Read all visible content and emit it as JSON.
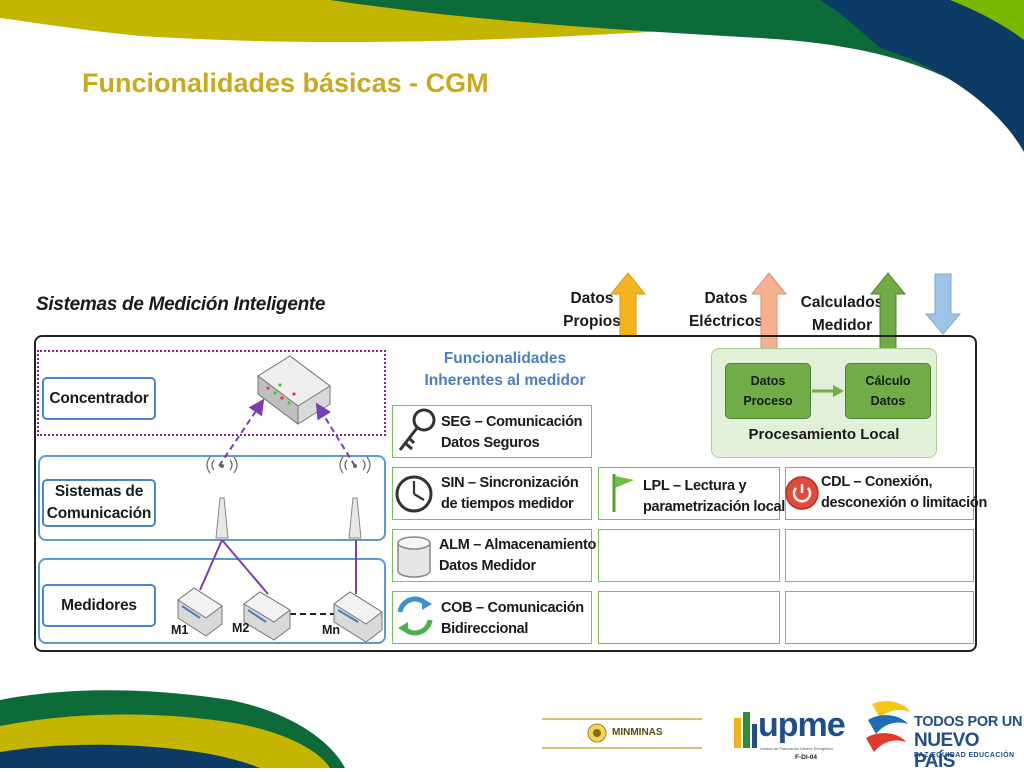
{
  "slide": {
    "title": "Funcionalidades básicas - CGM"
  },
  "diagram": {
    "title": "Sistemas de Medición Inteligente",
    "layers": {
      "concentrador": "Concentrador",
      "comunicacion_line1": "Sistemas de",
      "comunicacion_line2": "Comunicación",
      "medidores": "Medidores"
    },
    "meters": [
      "M1",
      "M2",
      "Mn"
    ],
    "functions_header_line1": "Funcionalidades",
    "functions_header_line2": "Inherentes al medidor",
    "functions": [
      {
        "line1": "SEG – Comunicación",
        "line2": "Datos Seguros",
        "icon": "key-icon"
      },
      {
        "line1": "SIN – Sincronización",
        "line2": "de tiempos medidor",
        "icon": "clock-icon"
      },
      {
        "line1": "ALM – Almacenamiento",
        "line2": "Datos Medidor",
        "icon": "database-icon"
      },
      {
        "line1": "COB – Comunicación",
        "line2": "Bidireccional",
        "icon": "cycle-arrows-icon"
      }
    ],
    "extra_functions": [
      {
        "line1": "LPL – Lectura y",
        "line2": "parametrización local",
        "icon": "flag-icon"
      },
      {
        "line1": "CDL – Conexión,",
        "line2": "desconexión o limitación",
        "icon": "power-icon"
      }
    ],
    "arrows": [
      {
        "line1": "Datos",
        "line2": "Propios",
        "color": "#f5b41e"
      },
      {
        "line1": "Datos",
        "line2": "Eléctricos",
        "color": "#f4b08f"
      },
      {
        "line1": "Calculados",
        "line2": "Medidor",
        "color": "#6fac46"
      },
      {
        "line1": "",
        "line2": "",
        "color": "#9dc3e6"
      }
    ],
    "processing": {
      "box1_line1": "Datos",
      "box1_line2": "Proceso",
      "box2_line1": "Cálculo",
      "box2_line2": "Datos",
      "label": "Procesamiento Local"
    }
  },
  "footer": {
    "minminas": "MINMINAS",
    "upme": "upme",
    "upme_sub": "Unidad de Planeación Minero Energética",
    "code": "F-DI-04",
    "gov_line1": "TODOS POR UN",
    "gov_line2": "NUEVO PAÍS",
    "gov_line3": "PAZ  EQUIDAD  EDUCACIÓN"
  },
  "colors": {
    "title": "#c8aa20",
    "band_yellow": "#c4b600",
    "band_green": "#0d6b3a",
    "band_navy": "#0c3b66",
    "accent_blue": "#4a86c8",
    "accent_green": "#79c05a",
    "dashed_purple": "#7b3db3"
  }
}
